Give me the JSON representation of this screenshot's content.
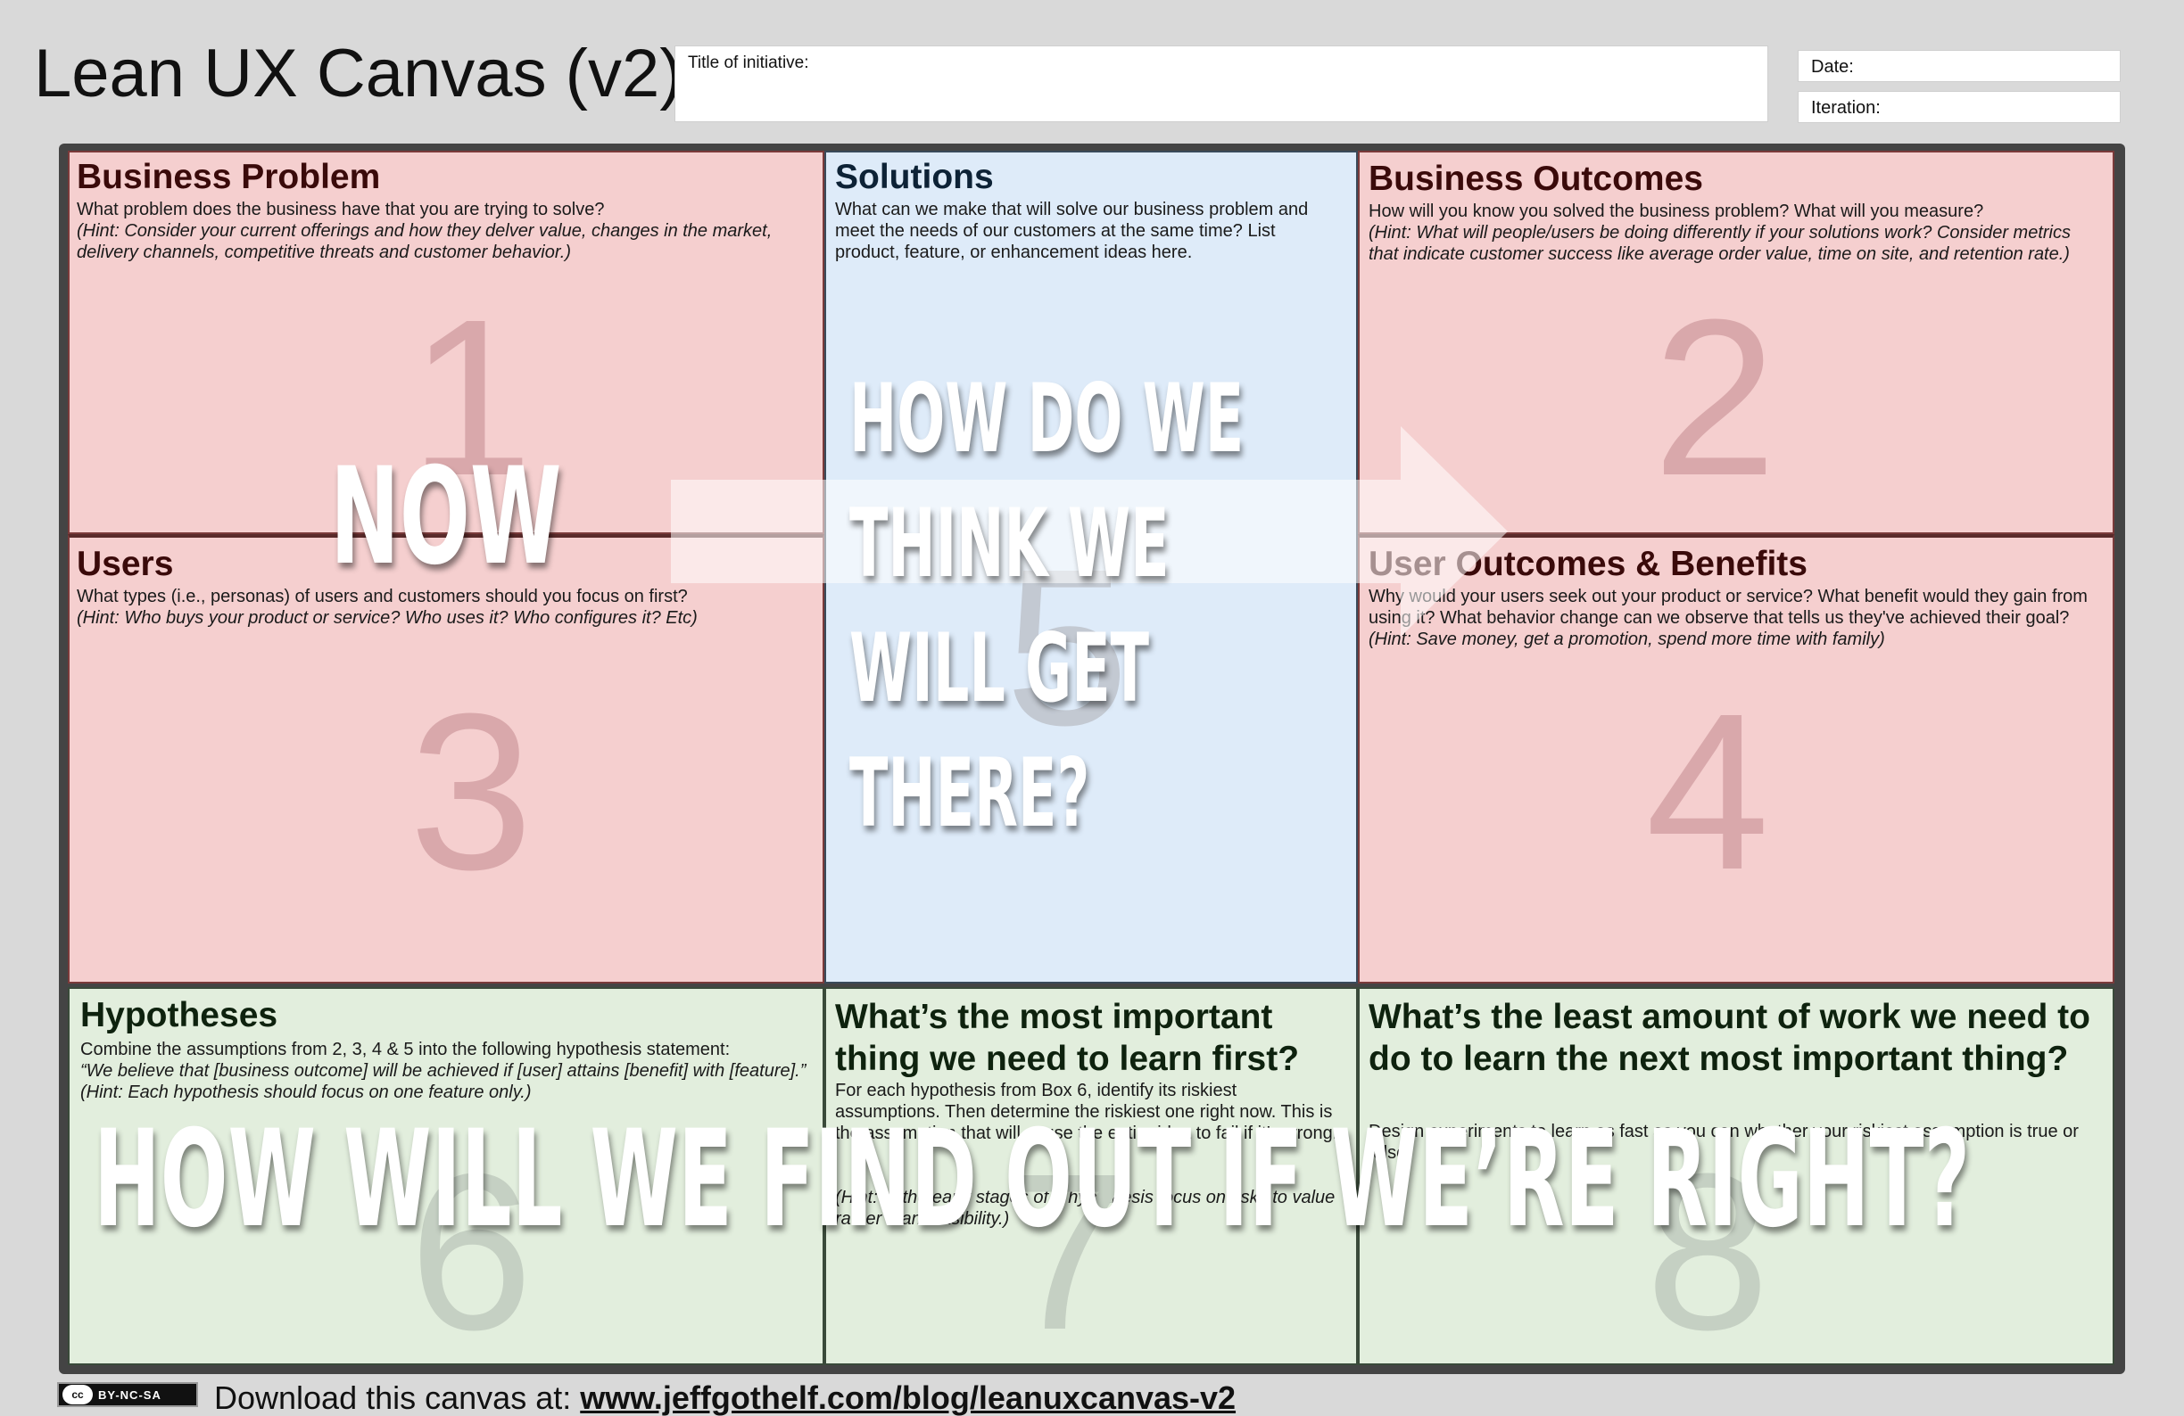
{
  "header": {
    "title": "Lean UX Canvas (v2)",
    "title_field_label": "Title of initiative:",
    "date_label": "Date:",
    "iteration_label": "Iteration:"
  },
  "cells": {
    "business_problem": {
      "title": "Business Problem",
      "description": "What problem does the business have that you are trying to solve?",
      "hint": "(Hint: Consider your current offerings and how they delver value, changes in the market, delivery channels, competitive threats and customer behavior.)",
      "number": "1"
    },
    "solutions": {
      "title": "Solutions",
      "description": "What can we make that will solve our business problem and meet the needs of our customers at the same time? List product, feature, or enhancement ideas here.",
      "number": "5"
    },
    "business_outcomes": {
      "title": "Business Outcomes",
      "description": "How will you know you solved the business problem? What will you measure?",
      "hint": "(Hint: What will people/users be doing differently if your solutions work? Consider metrics that indicate customer success like average order value, time on site, and retention rate.)",
      "number": "2"
    },
    "users": {
      "title": "Users",
      "description": "What types (i.e., personas) of users and customers should you focus on first?",
      "hint": "(Hint: Who buys your product or service? Who uses it? Who configures it? Etc)",
      "number": "3"
    },
    "user_outcomes": {
      "title": "User Outcomes & Benefits",
      "description": "Why would your users seek out your product or service? What benefit would they gain from using it? What behavior change can we observe that tells us they've achieved their goal?",
      "hint": "(Hint: Save money, get a promotion, spend more time with family)",
      "number": "4"
    },
    "hypotheses": {
      "title": "Hypotheses",
      "description": "Combine the assumptions from 2, 3, 4 & 5 into the following hypothesis statement:",
      "quote": "“We believe that [business outcome] will be achieved if [user] attains [benefit] with [feature].”",
      "hint": "(Hint: Each hypothesis should focus on one feature only.)",
      "number": "6"
    },
    "learn_first": {
      "title": "What’s the most important thing we need to learn first?",
      "description": "For each hypothesis from Box 6, identify its riskiest assumptions. Then determine the riskiest one right now. This is the assumption that will cause the entire idea to fail if it’s wrong.",
      "hint": "(Hint: In the early stages of a hypothesis focus on risks to value rather than feasibility.)",
      "number": "7"
    },
    "least_work": {
      "title": "What’s the least amount of work we need to do to learn the next most important thing?",
      "description": "Design experiments to learn as fast as you can whether your riskiest assumption is true or false.",
      "number": "8"
    }
  },
  "overlay": {
    "now": "NOW",
    "how_get_there": [
      "HOW DO WE",
      "THINK WE",
      "WILL GET",
      "THERE?"
    ],
    "how_find_out": "HOW WILL WE FIND OUT IF WE’RE RIGHT?"
  },
  "footer": {
    "license": "BY-NC-SA",
    "license_logo": "cc",
    "text": "Download this canvas at: ",
    "link": "www.jeffgothelf.com/blog/leanuxcanvas-v2"
  },
  "colors": {
    "background": "#d9d9d9",
    "problem_cells": "#f5cfcf",
    "solutions_cell": "#deebf9",
    "experiment_cells": "#e2eedd",
    "frame": "#444444"
  }
}
